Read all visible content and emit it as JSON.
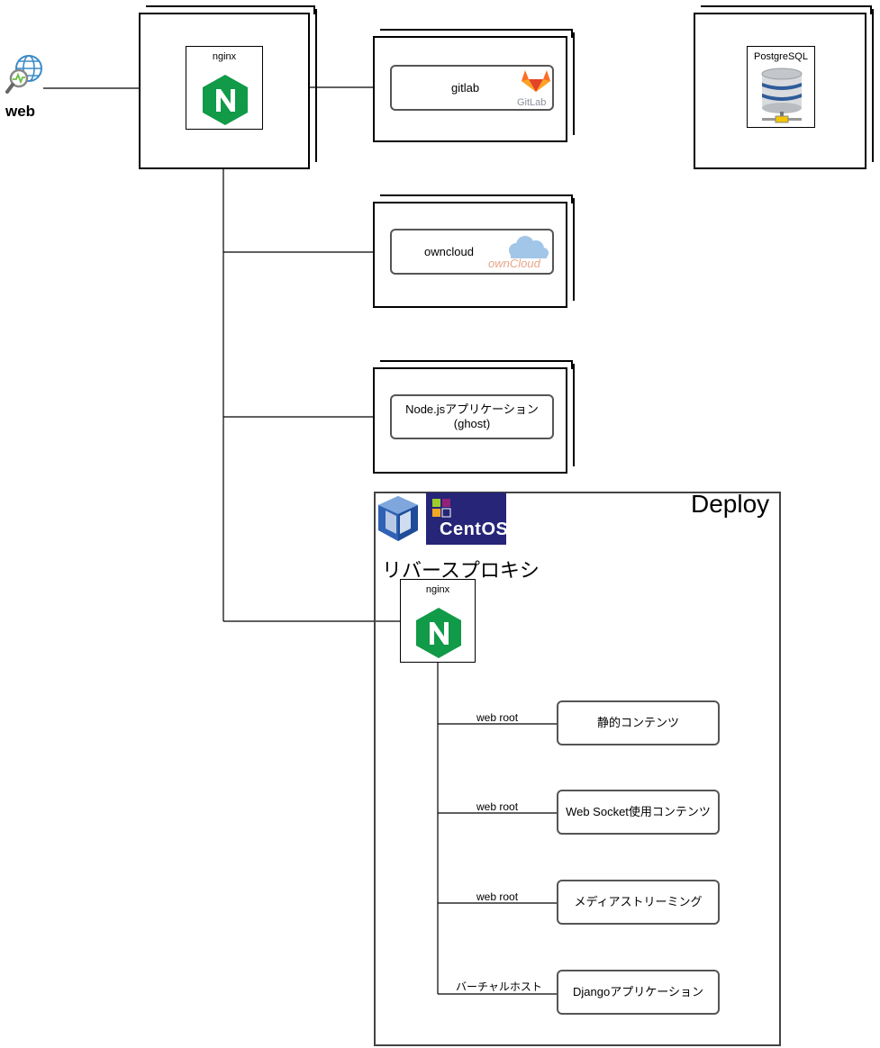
{
  "web": {
    "label": "web"
  },
  "nginx_front": {
    "label": "nginx"
  },
  "gitlab": {
    "label": "gitlab",
    "logo_text": "GitLab"
  },
  "postgres": {
    "label": "PostgreSQL"
  },
  "owncloud": {
    "label": "owncloud",
    "logo_text": "ownCloud"
  },
  "nodejs": {
    "line1": "Node.jsアプリケーション",
    "line2": "(ghost)"
  },
  "deploy": {
    "title": "Deploy",
    "centos_text": "CentOS",
    "proxy_label": "リバースプロキシ",
    "nginx_label": "nginx",
    "routes": [
      {
        "edge": "web root",
        "target": "静的コンテンツ"
      },
      {
        "edge": "web root",
        "target": "Web Socket使用コンテンツ"
      },
      {
        "edge": "web root",
        "target": "メディアストリーミング"
      },
      {
        "edge": "バーチャルホスト",
        "target": "Djangoアプリケーション"
      }
    ]
  },
  "colors": {
    "nginx_green": "#119A47",
    "gitlab_orange": "#E24329",
    "centos_blue": "#262577",
    "owncloud_blue": "#A2C6E8"
  }
}
